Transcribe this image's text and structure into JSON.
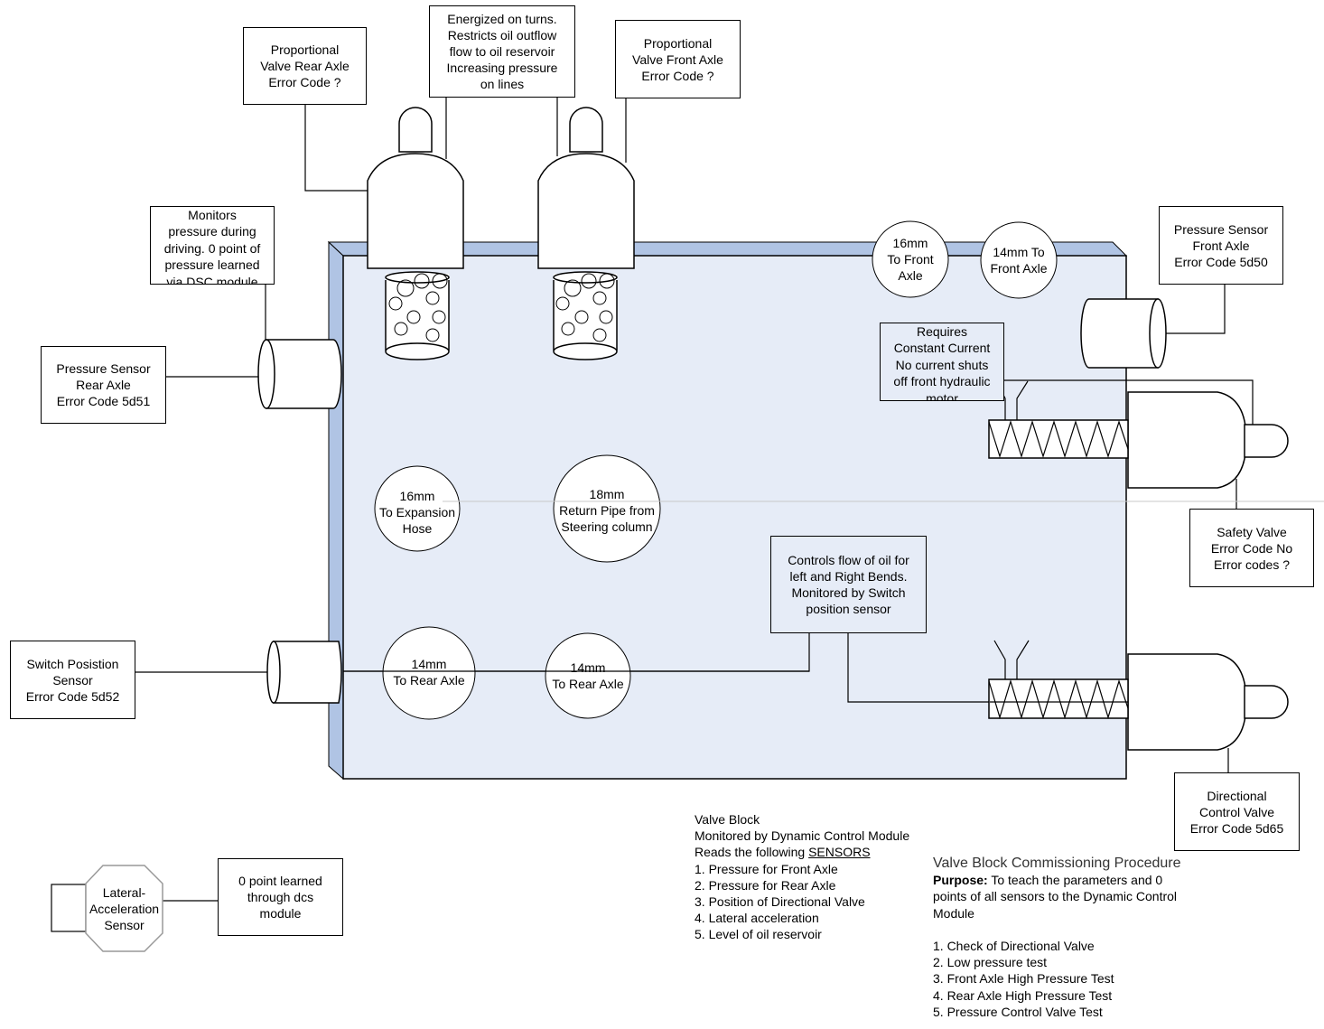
{
  "colors": {
    "block_fill": "#e6ecf7",
    "block_side": "#b0c4e4",
    "stroke": "#000000",
    "guide_line": "#c8c8c8"
  },
  "callouts": {
    "prop_valve_rear": "Proportional\nValve  Rear Axle\nError Code ?",
    "energized_note": "Energized on turns.\nRestricts oil outflow\nflow to oil reservoir\nIncreasing pressure\non lines",
    "prop_valve_front": "Proportional\nValve  Front Axle\nError Code ?",
    "monitors_pressure": "Monitors\npressure during\ndriving. 0 point of\npressure learned\nvia DSC module",
    "pressure_sensor_rear": "Pressure Sensor\nRear Axle\nError Code 5d51",
    "pressure_sensor_front": "Pressure Sensor\nFront Axle\nError Code 5d50",
    "requires_current": "Requires\nConstant Current\nNo current shuts\noff  front hydraulic\nmotor",
    "safety_valve": "Safety Valve\nError Code No\nError codes ?",
    "controls_flow": "Controls flow of oil for\nleft and Right Bends.\nMonitored by Switch\nposition sensor",
    "switch_position_sensor": "Switch Posistion\nSensor\nError Code 5d52",
    "directional_control_valve": "Directional\nControl Valve\nError Code 5d65",
    "zero_point_dcs": "0 point learned\nthrough dcs\nmodule",
    "lateral_sensor": "Lateral-\nAcceleration\nSensor"
  },
  "ports": {
    "front_16mm": "16mm\nTo Front\nAxle",
    "front_14mm": "14mm To\nFront Axle",
    "expansion_16mm": "16mm\nTo Expansion\nHose",
    "return_18mm": "18mm\nReturn Pipe from\nSteering column",
    "rear_14mm_a": "14mm\nTo Rear Axle",
    "rear_14mm_b": "14mm\nTo Rear Axle"
  },
  "valve_block_notes": {
    "title": "Valve Block",
    "line2": "Monitored by Dynamic Control Module",
    "line3_prefix": "Reads the following ",
    "line3_underlined": "SENSORS",
    "sensors": [
      "1. Pressure for Front Axle",
      "2. Pressure for Rear Axle",
      "3. Position of Directional Valve",
      "4. Lateral acceleration",
      "5. Level of oil reservoir"
    ]
  },
  "commissioning": {
    "title": "Valve Block Commissioning Procedure",
    "purpose_label": "Purpose:",
    "purpose_line1": " To teach the parameters and 0",
    "purpose_line2": "points of all sensors to the Dynamic Control",
    "purpose_line3": "Module",
    "steps": [
      "1. Check of Directional Valve",
      "2. Low pressure test",
      "3. Front Axle High Pressure Test",
      "4. Rear Axle High Pressure Test",
      "5. Pressure Control Valve Test"
    ]
  }
}
